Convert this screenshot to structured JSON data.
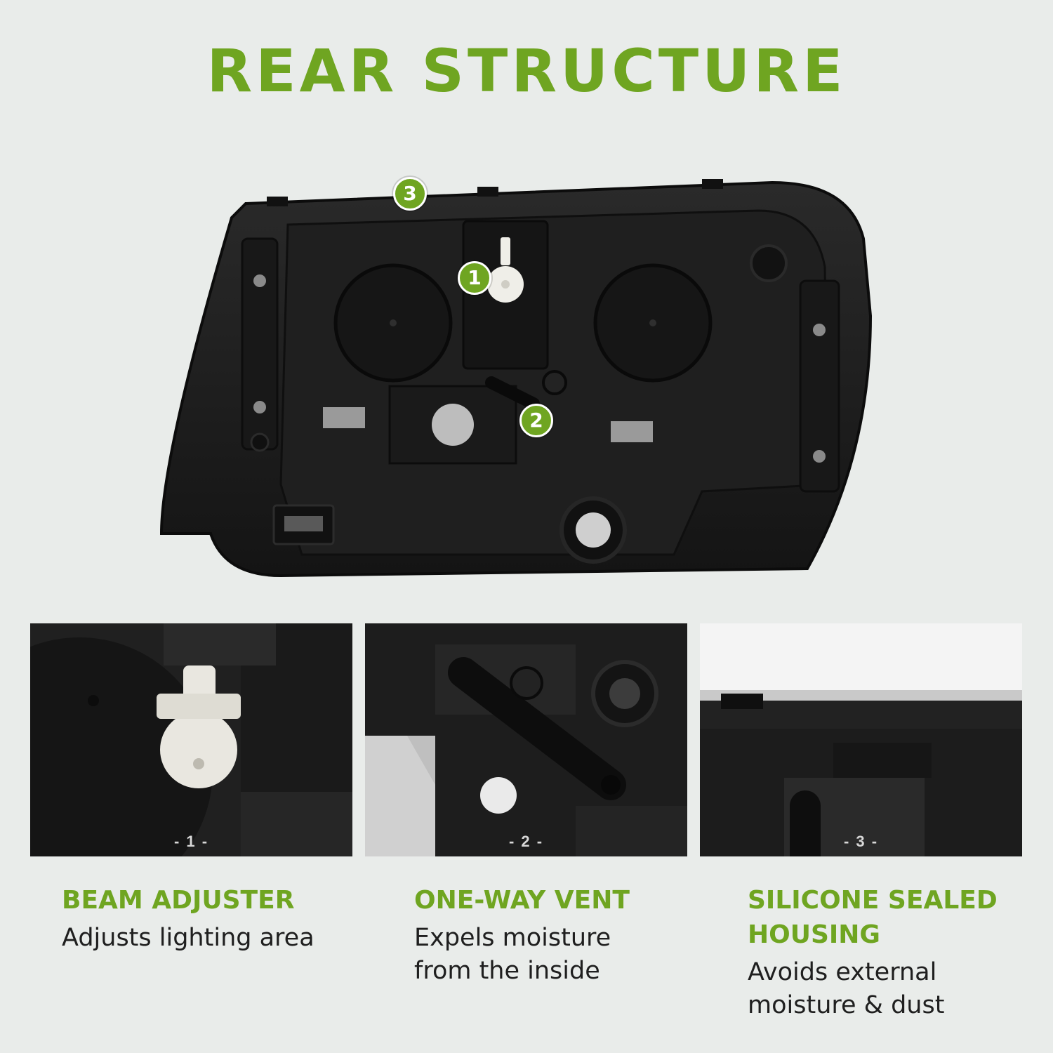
{
  "title": "REAR STRUCTURE",
  "colors": {
    "accent": "#6fa521",
    "background": "#e9ecea",
    "housing": "#1c1c1c",
    "adjuster": "#efeee8"
  },
  "markers": [
    "1",
    "2",
    "3"
  ],
  "panels": [
    {
      "number": "- 1 -",
      "icon": "beam-adjuster-gear-icon"
    },
    {
      "number": "- 2 -",
      "icon": "vent-tube-icon"
    },
    {
      "number": "- 3 -",
      "icon": "sealed-housing-icon"
    }
  ],
  "features": [
    {
      "title": "BEAM ADJUSTER",
      "desc": "Adjusts lighting area"
    },
    {
      "title": "ONE-WAY VENT",
      "desc": "Expels moisture from the inside"
    },
    {
      "title": "SILICONE SEALED HOUSING",
      "desc": "Avoids external moisture & dust"
    }
  ]
}
